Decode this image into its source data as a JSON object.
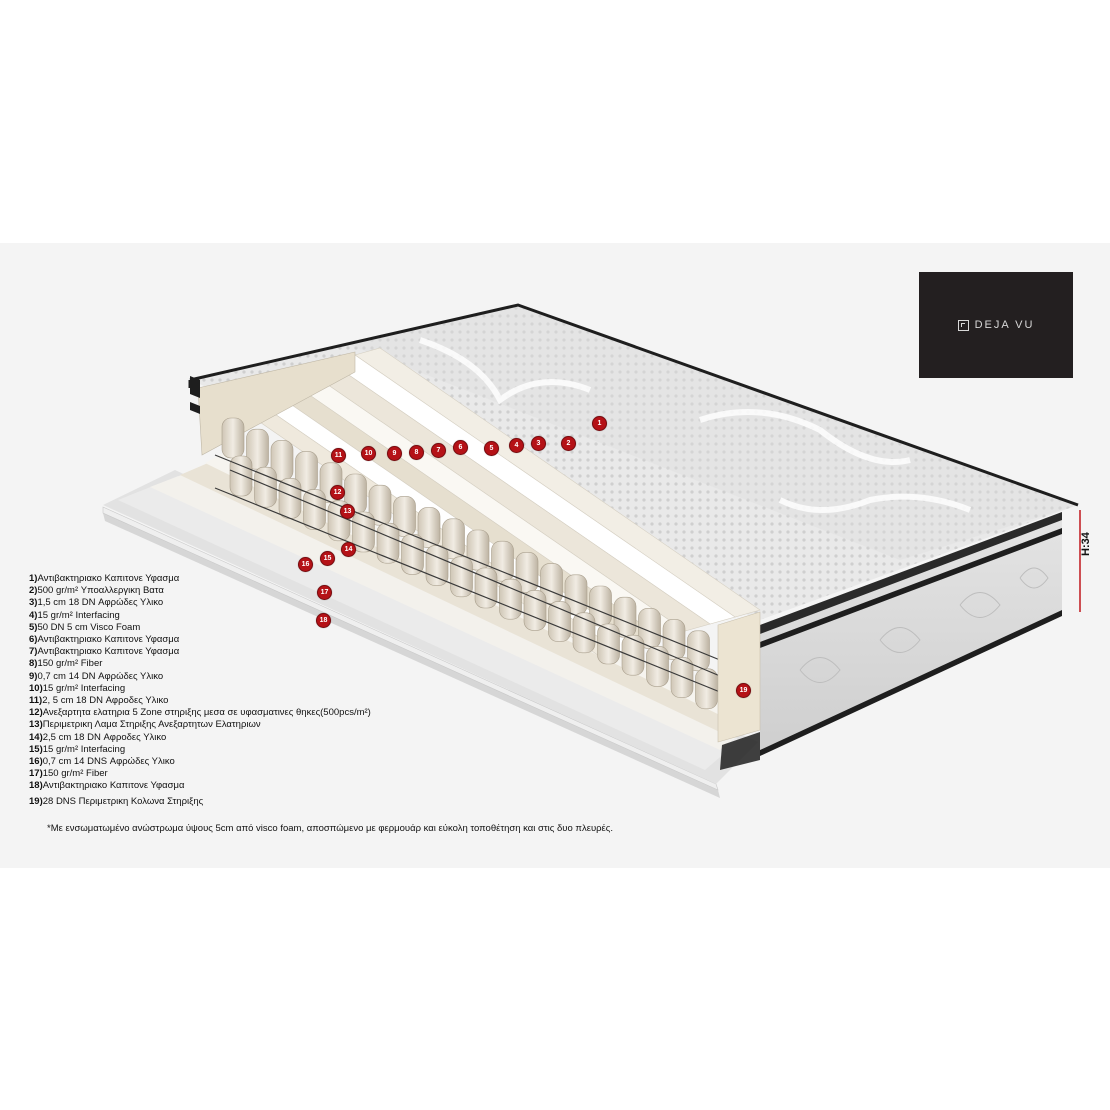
{
  "brand": {
    "name": "DEJA VU",
    "icon": "logo-mark-icon"
  },
  "height_label": "H:34",
  "accent_color": "#b51217",
  "markers": [
    "1",
    "2",
    "3",
    "4",
    "5",
    "6",
    "7",
    "8",
    "9",
    "10",
    "11",
    "12",
    "13",
    "14",
    "15",
    "16",
    "17",
    "18",
    "19"
  ],
  "legend": [
    {
      "num": "1)",
      "text": "Αντιβακτηριακο Καπιτονε Υφασμα"
    },
    {
      "num": "2)",
      "text": "500 gr/m² Υποαλλεργικη Βατα"
    },
    {
      "num": "3)",
      "text": "1,5 cm 18 DN Αφρώδες Υλικο"
    },
    {
      "num": "4)",
      "text": "15 gr/m² Interfacing"
    },
    {
      "num": "5)",
      "text": "50 DN 5 cm Visco Foam"
    },
    {
      "num": "6)",
      "text": "Αντιβακτηριακο Καπιτονε Υφασμα"
    },
    {
      "num": "7)",
      "text": "Αντιβακτηριακο Καπιτονε Υφασμα"
    },
    {
      "num": "8)",
      "text": "150 gr/m² Fiber"
    },
    {
      "num": "9)",
      "text": "0,7 cm 14 DN Αφρώδες Υλικο"
    },
    {
      "num": "10)",
      "text": "15 gr/m² Interfacing"
    },
    {
      "num": "11)",
      "text": "2, 5 cm 18 DN Αφροδες Υλικο"
    },
    {
      "num": "12)",
      "text": "Ανεξαρτητα ελατηρια 5 Zone στηριξης μεσα σε υφασματινες θηκες(500pcs/m²)"
    },
    {
      "num": "13)",
      "text": "Περιμετρικη Λαμα Στηριξης Ανεξαρτητων Ελατηριων"
    },
    {
      "num": "14)",
      "text": "2,5 cm 18 DN Αφροδες Υλικο"
    },
    {
      "num": "15)",
      "text": "15 gr/m² Interfacing"
    },
    {
      "num": "16)",
      "text": "0,7 cm 14 DNS Αφρώδες Υλικο"
    },
    {
      "num": "17)",
      "text": "150 gr/m² Fiber"
    },
    {
      "num": "18)",
      "text": "Αντιβακτηριακο Καπιτονε Υφασμα"
    },
    {
      "num": "19)",
      "text": "28 DNS Περιμετρικη Κολωνα Στηριξης"
    }
  ],
  "footnote": "*Με ενσωματωμένο ανώστρωμα ύψους 5cm από visco foam, αποσπώμενο με φερμουάρ και εύκολη τοποθέτηση και στις δυο πλευρές."
}
